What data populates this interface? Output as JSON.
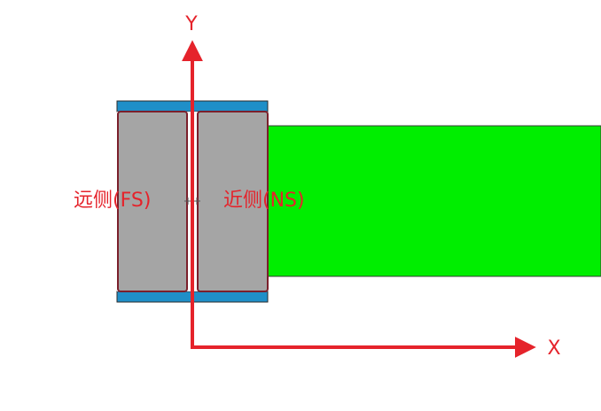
{
  "labels": {
    "far_side": "远侧(FS)",
    "near_side": "近侧(NS)",
    "y_axis": "Y",
    "x_axis": "X"
  },
  "colors": {
    "axis": "#e5232b",
    "label_text": "#e5232b",
    "plate_fill": "#a5a5a5",
    "plate_border": "#7b1f2b",
    "cap": "#1f8fc8",
    "bar": "#00ee00",
    "outline": "#2b2b2b"
  }
}
